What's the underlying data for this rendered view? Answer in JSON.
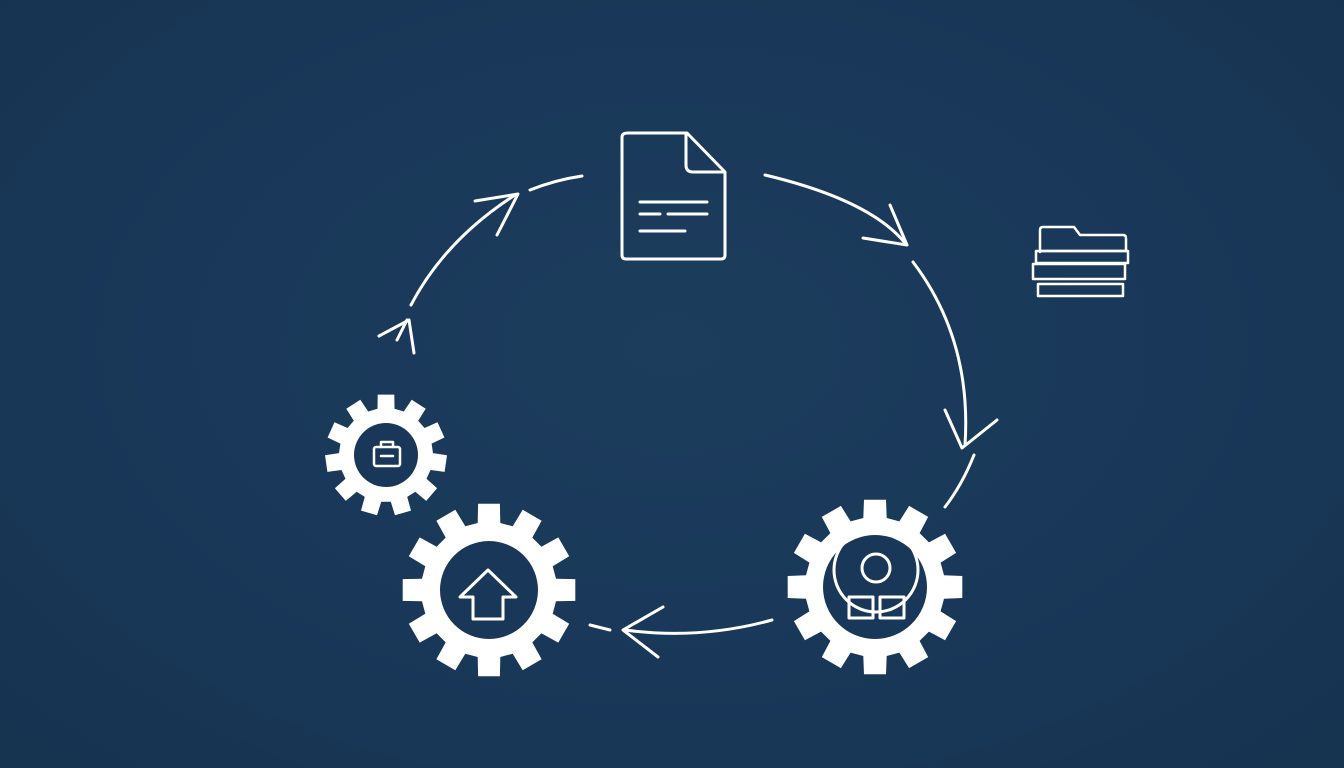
{
  "diagram": {
    "type": "cyclic-process",
    "nodes": [
      {
        "id": "document",
        "icon": "document-icon"
      },
      {
        "id": "folder-stack",
        "icon": "folder-stack-icon"
      },
      {
        "id": "gear-shapes",
        "icon": "shapes-gear-icon"
      },
      {
        "id": "gear-home",
        "icon": "home-gear-icon"
      },
      {
        "id": "gear-briefcase",
        "icon": "briefcase-gear-icon"
      }
    ],
    "flow": [
      "document",
      "gear-shapes",
      "gear-home",
      "gear-briefcase",
      "document"
    ]
  },
  "colors": {
    "background": "#193859",
    "foreground": "#ffffff"
  }
}
